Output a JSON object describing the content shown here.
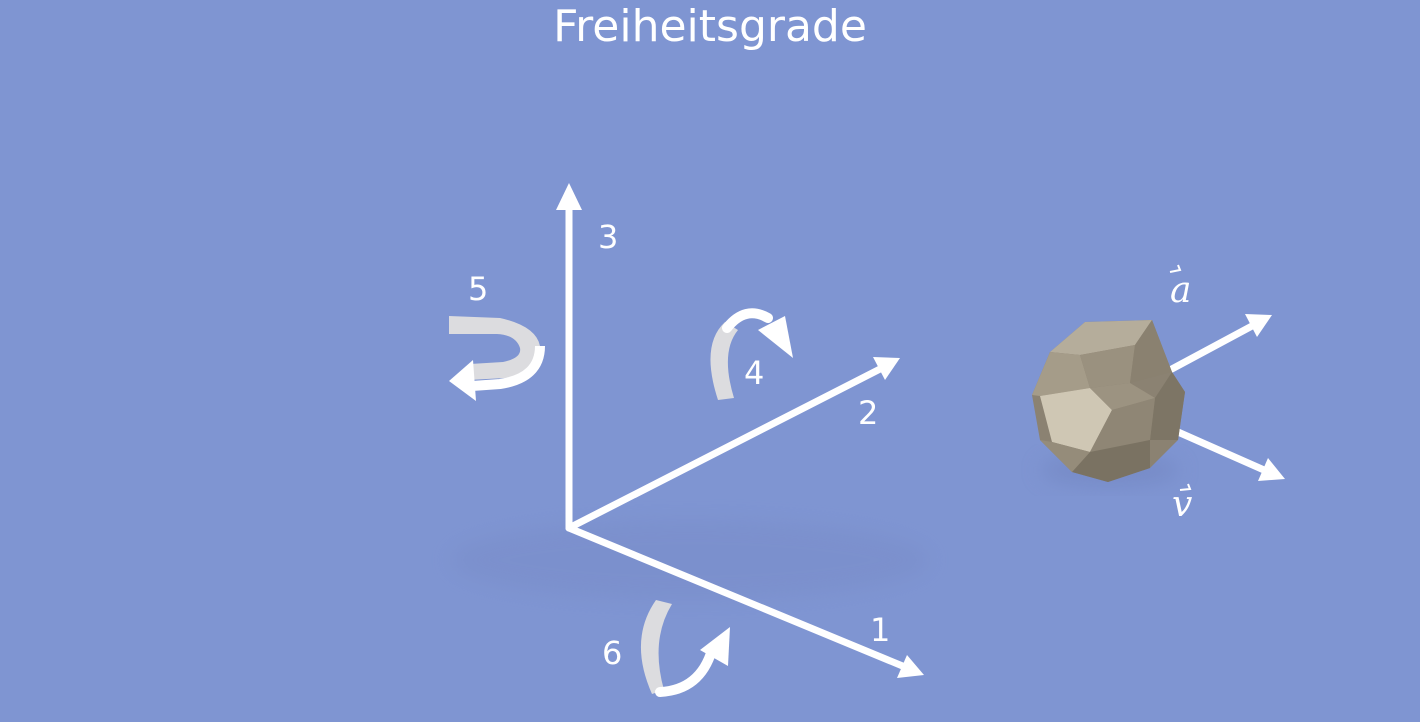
{
  "title": "Freiheitsgrade",
  "axes": {
    "axis_1": "1",
    "axis_2": "2",
    "axis_3": "3"
  },
  "rotations": {
    "rotation_4": "4",
    "rotation_5": "5",
    "rotation_6": "6"
  },
  "vectors": {
    "acceleration": "a",
    "velocity": "v"
  },
  "colors": {
    "background": "#7f95d2",
    "foreground": "#ffffff",
    "rotation_band": "#d9d9db",
    "stone": "#9e9584"
  }
}
